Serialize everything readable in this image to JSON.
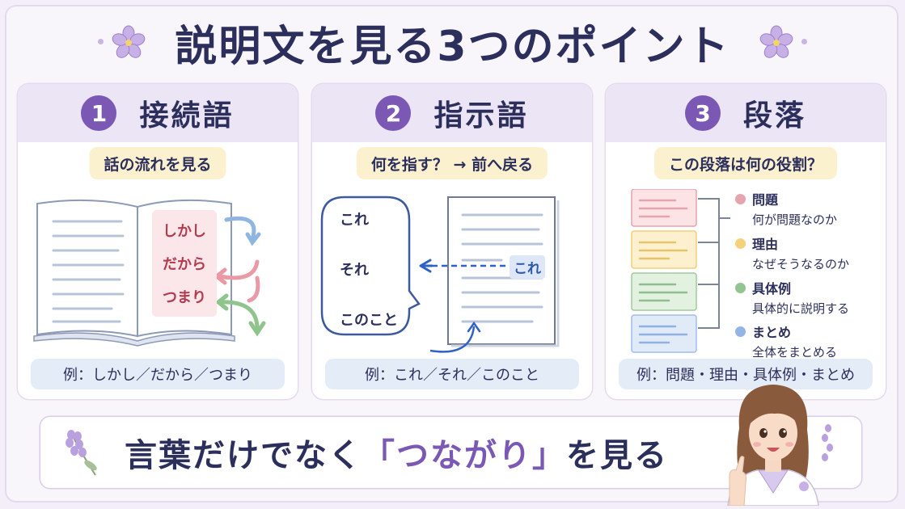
{
  "title": "説明文を見る3つのポイント",
  "cards": [
    {
      "number": "1",
      "title": "接続語",
      "subtitle": "話の流れを見る",
      "words": [
        "しかし",
        "だから",
        "つまり"
      ],
      "example": "例：しかし／だから／つまり"
    },
    {
      "number": "2",
      "title": "指示語",
      "subtitle": "何を指す？ → 前へ戻る",
      "words": [
        "これ",
        "それ",
        "このこと"
      ],
      "highlight": "これ",
      "example": "例：これ／それ／このこと"
    },
    {
      "number": "3",
      "title": "段落",
      "subtitle": "この段落は何の役割？",
      "roles": [
        {
          "name": "問題",
          "desc": "何が問題なのか",
          "color": "#e8a4ae"
        },
        {
          "name": "理由",
          "desc": "なぜそうなるのか",
          "color": "#f3d27a"
        },
        {
          "name": "具体例",
          "desc": "具体的に説明する",
          "color": "#93c592"
        },
        {
          "name": "まとめ",
          "desc": "全体をまとめる",
          "color": "#93b4e6"
        }
      ],
      "example": "例：問題・理由・具体例・まとめ"
    }
  ],
  "banner": {
    "before": "言葉だけでなく",
    "accent": "「つながり」",
    "after": "を見る"
  },
  "colors": {
    "navy": "#2c2f5c",
    "purple": "#7a58b3",
    "header_bg": "#ece5f6",
    "pill_bg": "#fbf1cf",
    "example_bg": "#e4ecf8"
  }
}
